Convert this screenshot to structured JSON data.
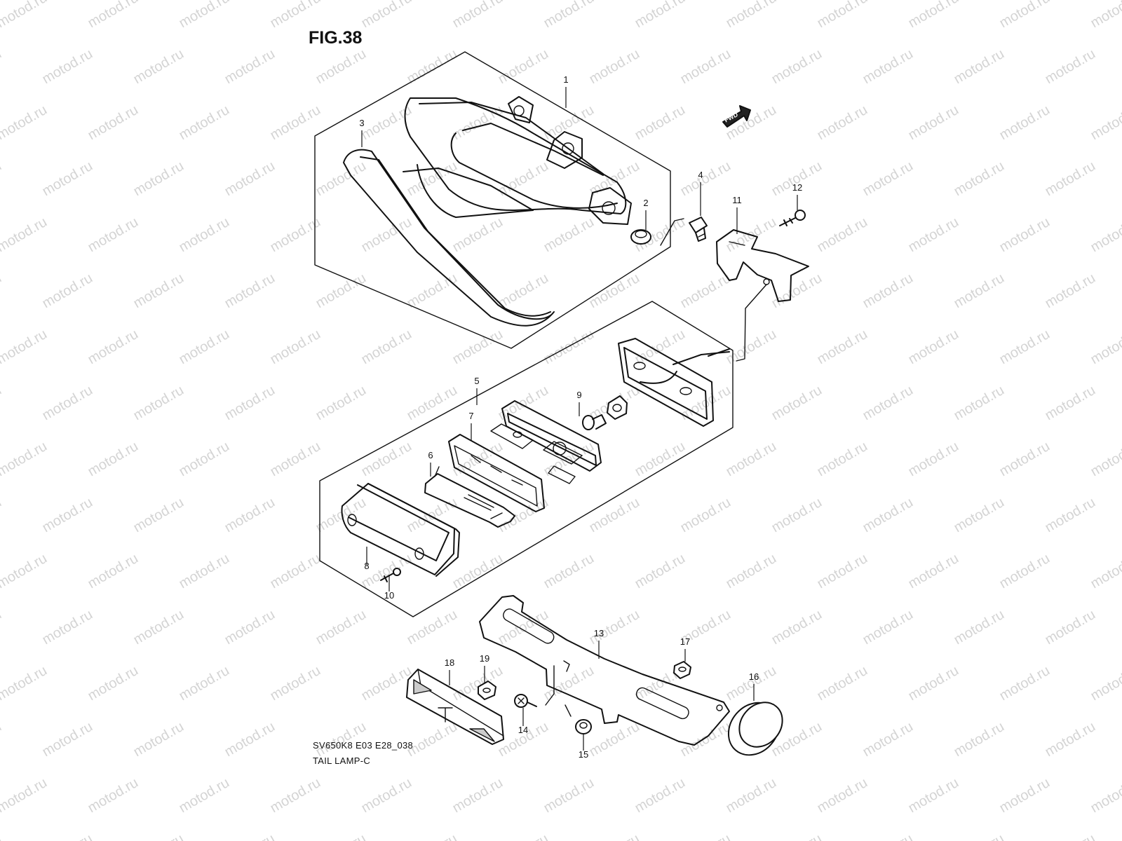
{
  "figure": {
    "title": "FIG.38",
    "code": "SV650K8 E03 E28_038",
    "name": "TAIL LAMP-C"
  },
  "watermark": "motod.ru",
  "fwd_label": "FWD",
  "parts": [
    {
      "id": "1",
      "label": "1"
    },
    {
      "id": "2",
      "label": "2"
    },
    {
      "id": "3",
      "label": "3"
    },
    {
      "id": "4",
      "label": "4"
    },
    {
      "id": "5",
      "label": "5"
    },
    {
      "id": "6",
      "label": "6"
    },
    {
      "id": "7",
      "label": "7"
    },
    {
      "id": "8",
      "label": "8"
    },
    {
      "id": "9",
      "label": "9"
    },
    {
      "id": "10",
      "label": "10"
    },
    {
      "id": "11",
      "label": "11"
    },
    {
      "id": "12",
      "label": "12"
    },
    {
      "id": "13",
      "label": "13"
    },
    {
      "id": "14",
      "label": "14"
    },
    {
      "id": "15",
      "label": "15"
    },
    {
      "id": "16",
      "label": "16"
    },
    {
      "id": "17",
      "label": "17"
    },
    {
      "id": "18",
      "label": "18"
    },
    {
      "id": "19",
      "label": "19"
    }
  ]
}
